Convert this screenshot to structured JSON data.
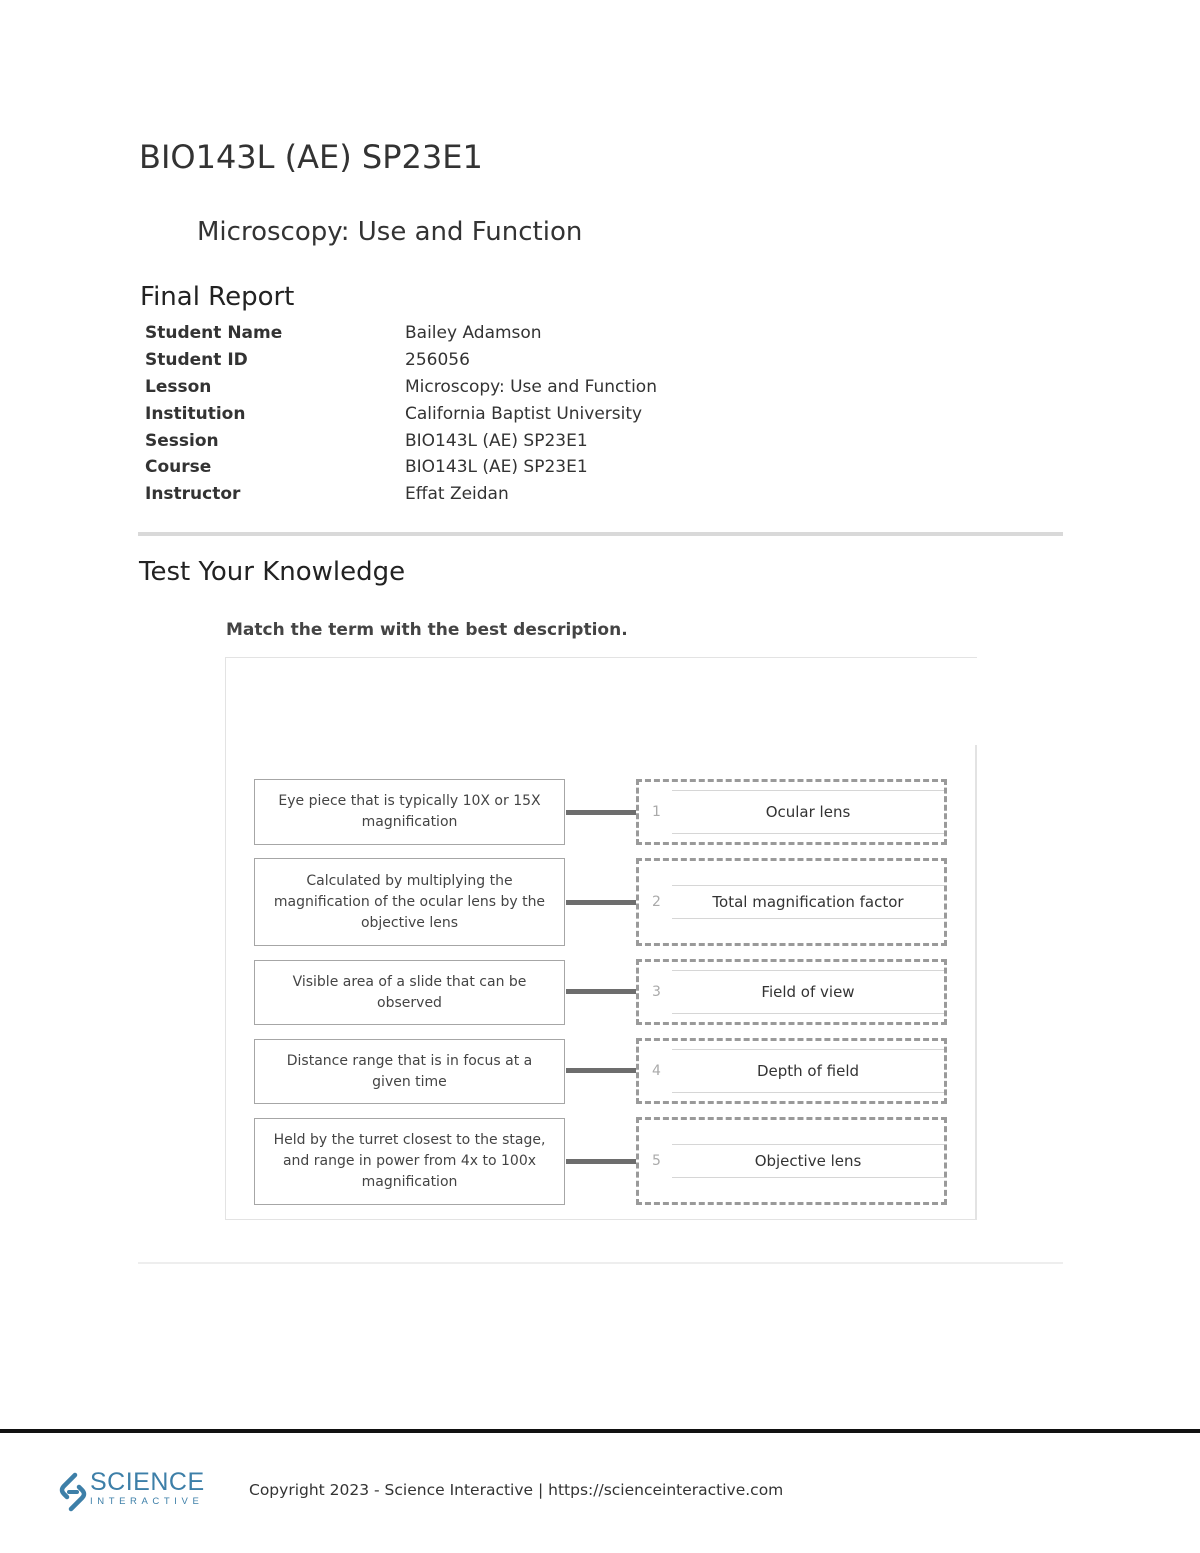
{
  "header": {
    "course_title": "BIO143L (AE) SP23E1",
    "lesson_title": "Microscopy: Use and Function",
    "report_heading": "Final Report"
  },
  "info": [
    {
      "label": "Student Name",
      "value": "Bailey Adamson"
    },
    {
      "label": "Student ID",
      "value": "256056"
    },
    {
      "label": "Lesson",
      "value": "Microscopy: Use and Function"
    },
    {
      "label": "Institution",
      "value": "California Baptist University"
    },
    {
      "label": "Session",
      "value": "BIO143L (AE) SP23E1"
    },
    {
      "label": "Course",
      "value": "BIO143L (AE) SP23E1"
    },
    {
      "label": "Instructor",
      "value": "Effat Zeidan"
    }
  ],
  "quiz": {
    "section_heading": "Test Your Knowledge",
    "prompt": "Match the term with the best description.",
    "pairs": [
      {
        "description": "Eye piece that is typically 10X or 15X magnification",
        "number": "1",
        "term": "Ocular lens"
      },
      {
        "description": "Calculated by multiplying the magnification of the ocular lens by the objective lens",
        "number": "2",
        "term": "Total magnification factor"
      },
      {
        "description": "Visible area of a slide that can be observed",
        "number": "3",
        "term": "Field of view"
      },
      {
        "description": "Distance range that is in focus at a given time",
        "number": "4",
        "term": "Depth of field"
      },
      {
        "description": "Held by the turret closest to the stage, and range in power from 4x to 100x magnification",
        "number": "5",
        "term": "Objective lens"
      }
    ]
  },
  "footer": {
    "logo_word": "SCIENCE",
    "logo_sub": "INTERACTIVE",
    "copyright": "Copyright 2023 - Science Interactive | https://scienceinteractive.com",
    "logo_color": "#3d7fa8"
  }
}
